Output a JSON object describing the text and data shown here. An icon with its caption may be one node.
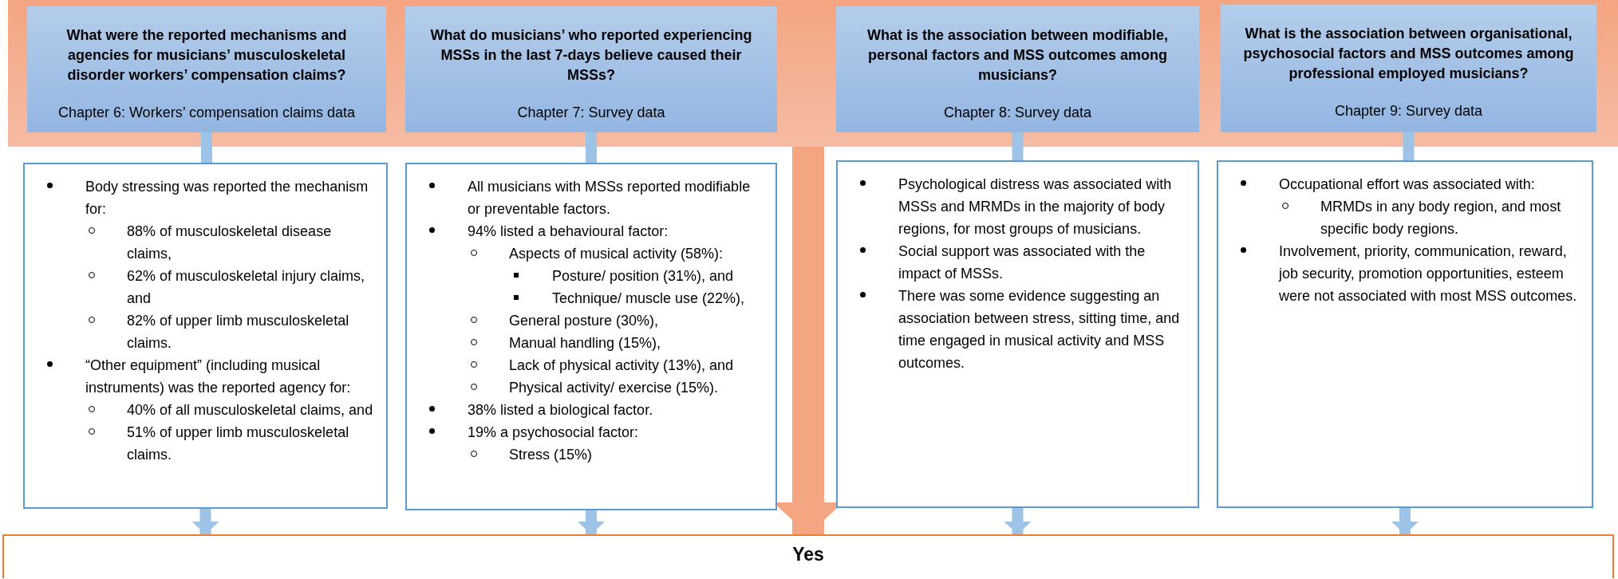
{
  "diagram": {
    "nodes": [
      {
        "text": [],
        "shape": "band"
      },
      {
        "text": [
          "What were the reported mechanisms and agencies for musicians’ musculoskeletal disorder workers’ compensation claims?",
          "Chapter 6: Workers’ compensation claims data"
        ],
        "in": 0
      },
      {
        "text": [
          "What do musicians’ who reported experiencing MSSs in the last 7-days believe caused their MSSs?",
          "Chapter 7: Survey data"
        ],
        "in": 0
      },
      {
        "text": [
          "What is the association between modifiable, personal factors and MSS outcomes among musicians?",
          "Chapter 8: Survey data"
        ],
        "in": 0
      },
      {
        "text": [
          "What is the association between organisational, psychosocial factors and MSS outcomes among professional employed musicians?",
          "Chapter 9: Survey data"
        ],
        "in": 0
      },
      {
        "text": [
          "Body stressing was reported the mechanism for:",
          "88% of musculoskeletal disease claims,",
          "62% of musculoskeletal injury claims, and",
          "82% of upper limb musculoskeletal claims.",
          "“Other equipment” (including musical instruments) was the reported agency for:",
          "40% of all musculoskeletal claims, and",
          "51% of upper limb musculoskeletal claims."
        ]
      },
      {
        "text": [
          "All musicians with MSSs reported modifiable or preventable factors.",
          "94% listed a behavioural factor:",
          "Aspects of musical activity (58%):",
          "Posture/ position (31%), and",
          "Technique/ muscle use (22%),",
          "General posture (30%),",
          "Manual handling (15%),",
          "Lack of physical activity (13%), and",
          "Physical activity/ exercise (15%).",
          "38% listed a biological factor.",
          "19% a psychosocial factor:",
          "Stress (15%)"
        ]
      },
      {
        "text": [
          "Psychological distress was associated with MSSs and MRMDs in the majority of body regions, for most groups of musicians.",
          "Social support was associated with the impact of MSSs.",
          "There was some evidence suggesting an association between stress, sitting time, and time engaged in musical activity and MSS outcomes."
        ]
      },
      {
        "text": [
          "Occupational effort was associated with:",
          "MRMDs in any body region, and most specific body regions.",
          "Involvement, priority, communication, reward, job security, promotion opportunities, esteem were not associated with most MSS outcomes."
        ]
      },
      {
        "text": [
          "Yes"
        ]
      }
    ],
    "edges": [
      {
        "from": 1,
        "to": 5,
        "arrow": "none"
      },
      {
        "from": 2,
        "to": 6,
        "arrow": "none"
      },
      {
        "from": 3,
        "to": 7,
        "arrow": "none"
      },
      {
        "from": 4,
        "to": 8,
        "arrow": "none"
      },
      {
        "from": 5,
        "to": 9,
        "arrow": "to"
      },
      {
        "from": 6,
        "to": 9,
        "arrow": "to"
      },
      {
        "from": 7,
        "to": 9,
        "arrow": "to"
      },
      {
        "from": 8,
        "to": 9,
        "arrow": "to"
      },
      {
        "from": 0,
        "to": 9,
        "arrow": "to",
        "style": "thick",
        "color": "#f4a582"
      }
    ]
  }
}
